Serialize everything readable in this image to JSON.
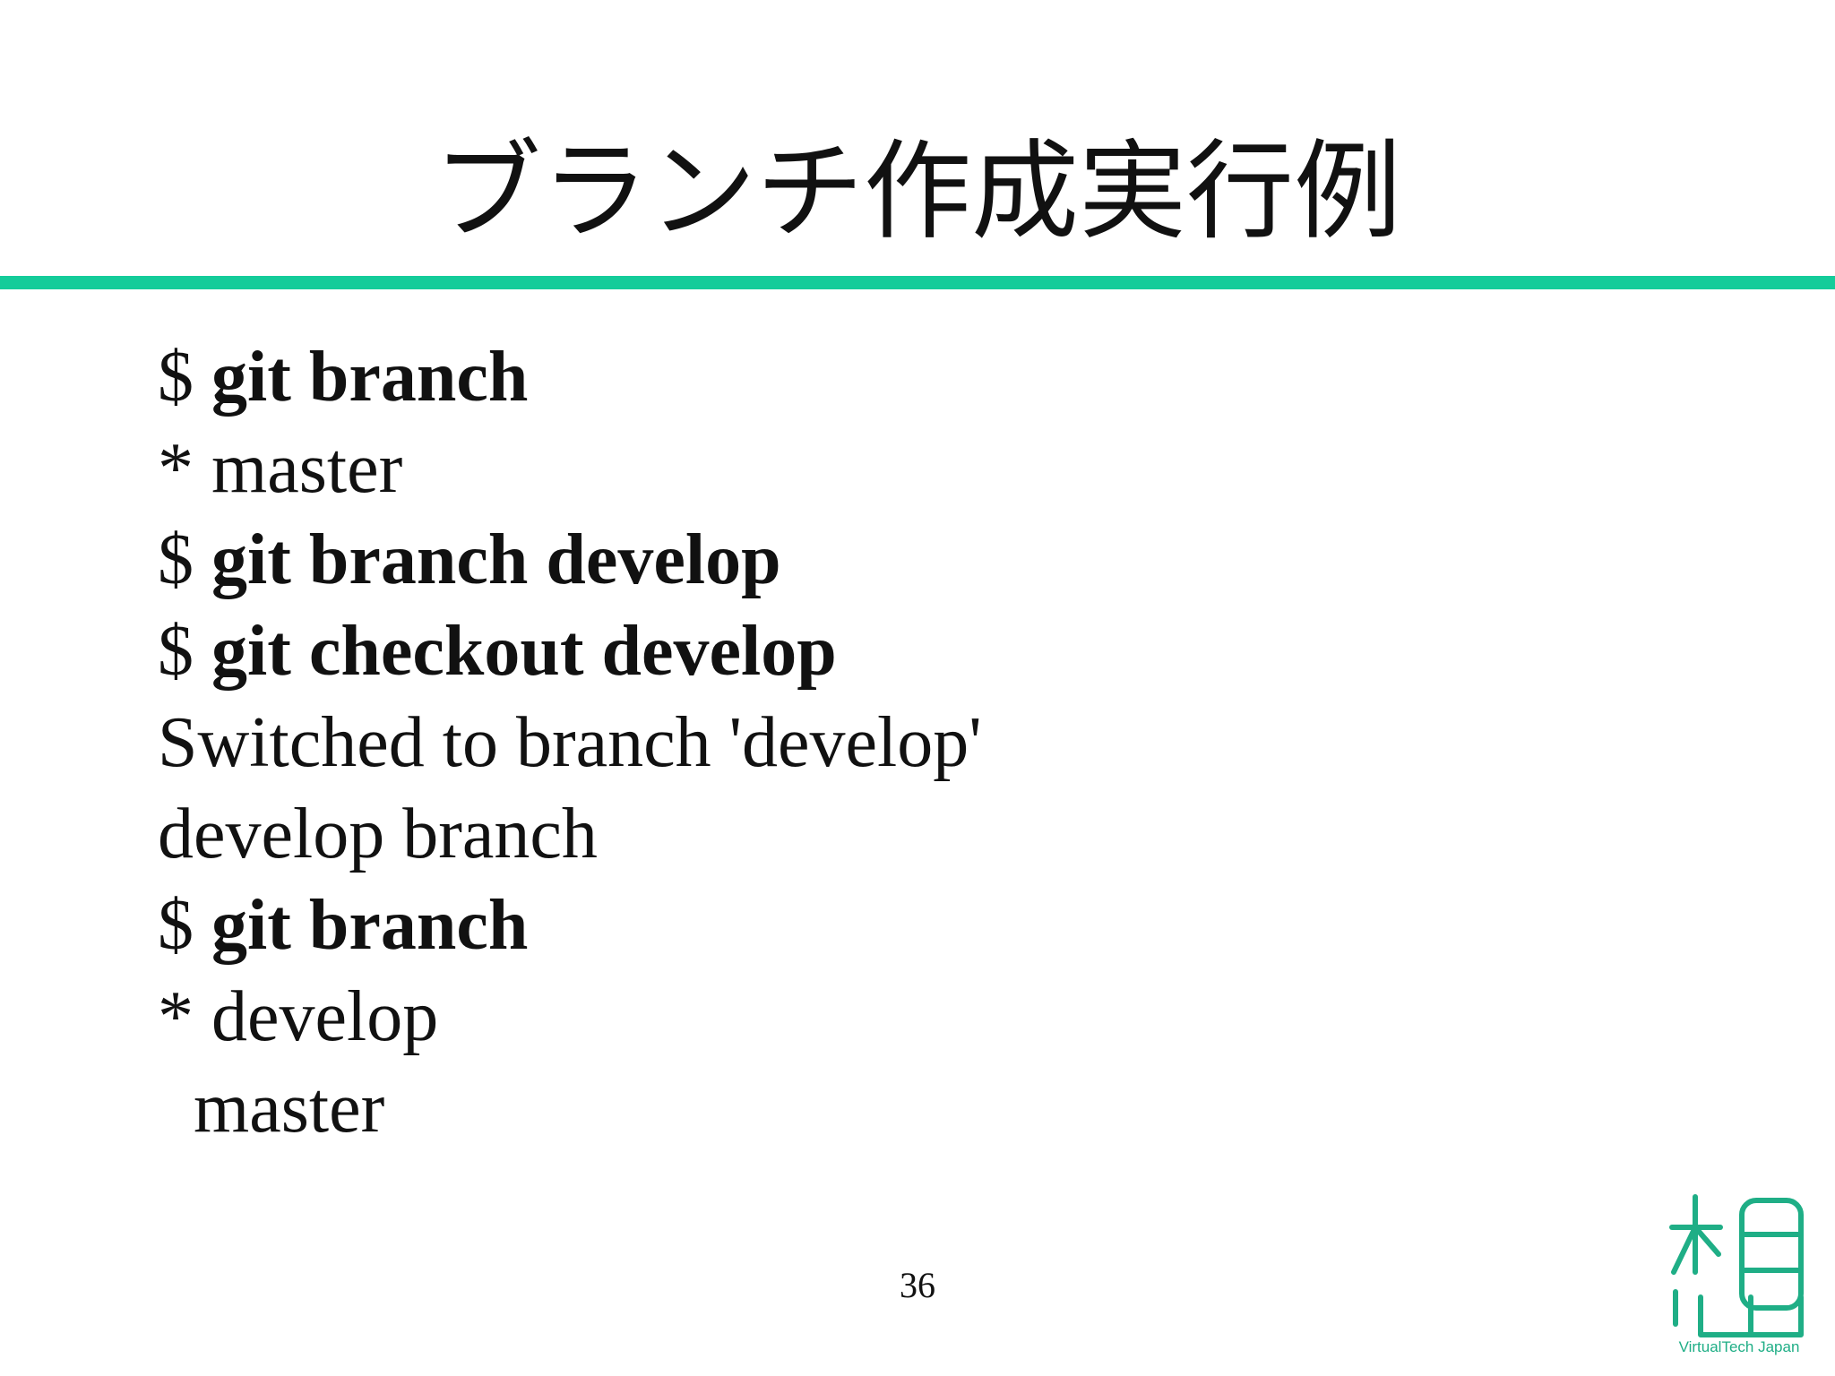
{
  "slide": {
    "title": "ブランチ作成実行例",
    "accent_color": "#14cc9a",
    "lines": [
      {
        "prefix": "$ ",
        "command": "git branch",
        "text": ""
      },
      {
        "prefix": "",
        "command": "",
        "text": "* master"
      },
      {
        "prefix": "$ ",
        "command": "git branch develop",
        "text": ""
      },
      {
        "prefix": "$ ",
        "command": "git checkout develop",
        "text": ""
      },
      {
        "prefix": "",
        "command": "",
        "text": "Switched to branch 'develop'"
      },
      {
        "prefix": "",
        "command": "",
        "text": "develop branch"
      },
      {
        "prefix": "$ ",
        "command": "git branch",
        "text": ""
      },
      {
        "prefix": "",
        "command": "",
        "text": "* develop"
      },
      {
        "prefix": "",
        "command": "",
        "text": "master"
      }
    ],
    "page_number": "36"
  },
  "logo": {
    "icon": "virtualtech-japan-logo-icon",
    "color": "#1fae86",
    "caption": "VirtualTech Japan"
  }
}
